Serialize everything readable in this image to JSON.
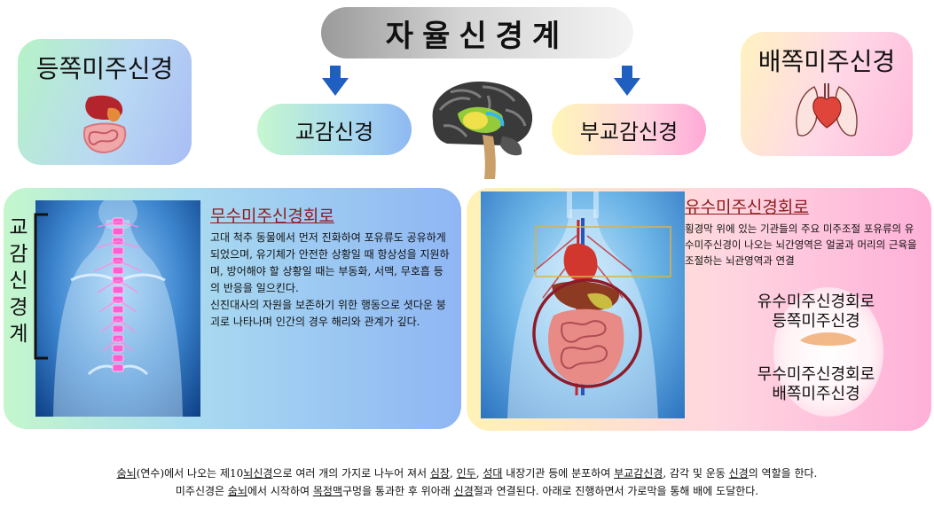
{
  "title": "자율신경계",
  "corner_boxes": {
    "dorsal": "등쪽미주신경",
    "ventral": "배쪽미주신경"
  },
  "branches": {
    "sympathetic": "교감신경",
    "parasympathetic": "부교감신경"
  },
  "left_panel": {
    "vertical_label": [
      "교",
      "감",
      "신",
      "경",
      "계"
    ],
    "heading": "무수미주신경회로",
    "paragraph1": "고대 척추 동물에서 먼저 진화하여 포유류도 공유하게 되었으며, 유기체가 안전한 상황일 때 항상성을 지원하며, 방어해야 할 상황일 때는 부동화, 서맥, 무호흡 등의 반응을 일으킨다.",
    "paragraph2": "신진대사의 자원을 보존하기 위한 행동으로 셧다운 붕괴로 나타나며 인간의 경우 해리와 관계가 깊다."
  },
  "right_panel": {
    "heading": "유수미주신경회로",
    "paragraph": "횡경막 위에 있는 기관들의 주요 미주조절 포유류의 유수미주신경이 나오는 뇌간영역은 얼굴과 머리의 근육을 조절하는 뇌관영역과 연결",
    "pair1_line1": "유수미주신경회로",
    "pair1_line2": "등쪽미주신경",
    "pair2_line1": "무수미주신경회로",
    "pair2_line2": "배쪽미주신경"
  },
  "footer": {
    "line1": {
      "t1": "숨뇌",
      "t2": "(연수)에서 나오는 제10",
      "t3": "뇌신경",
      "t4": "으로 여러 개의 가지로 나누어 져서 ",
      "t5": "심장",
      "t6": ", ",
      "t7": "인두",
      "t8": ", ",
      "t9": "성대",
      "t10": " 내장기관 등에 분포하여 ",
      "t11": "부교감신경",
      "t12": ", 감각 및 운동 ",
      "t13": "신경",
      "t14": "의 역할을 한다."
    },
    "line2": {
      "t1": "미주신경은 ",
      "t2": "숨뇌",
      "t3": "에서 시작하여 ",
      "t4": "목정맥",
      "t5": "구멍을 통과한 후 위아래 ",
      "t6": "신경",
      "t7": "절과 연결된다. 아래로 진행하면서 가로막을 통해 배에 도달한다."
    }
  },
  "colors": {
    "arrow": "#1f5fbf",
    "heading": "#8b1b1b",
    "circle": "#8e1b2a"
  }
}
